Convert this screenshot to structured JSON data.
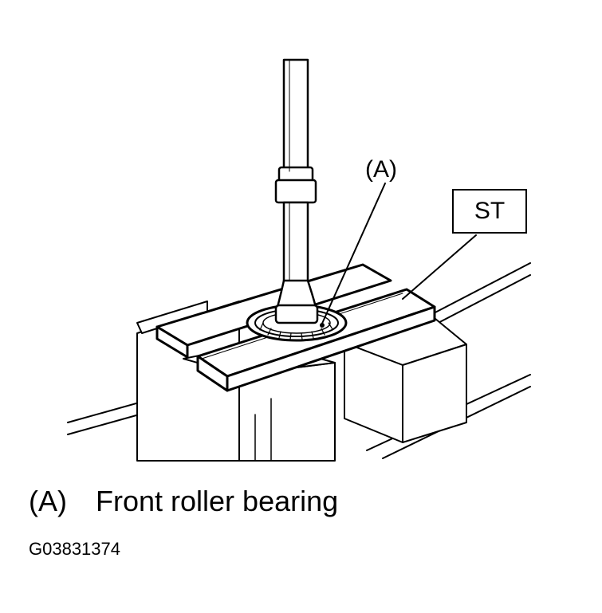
{
  "callouts": {
    "a_label": "(A)",
    "st_label": "ST"
  },
  "legend": {
    "letter": "(A)",
    "text": "Front roller bearing"
  },
  "figure_code": "G03831374",
  "colors": {
    "line": "#000000",
    "background": "#ffffff"
  }
}
